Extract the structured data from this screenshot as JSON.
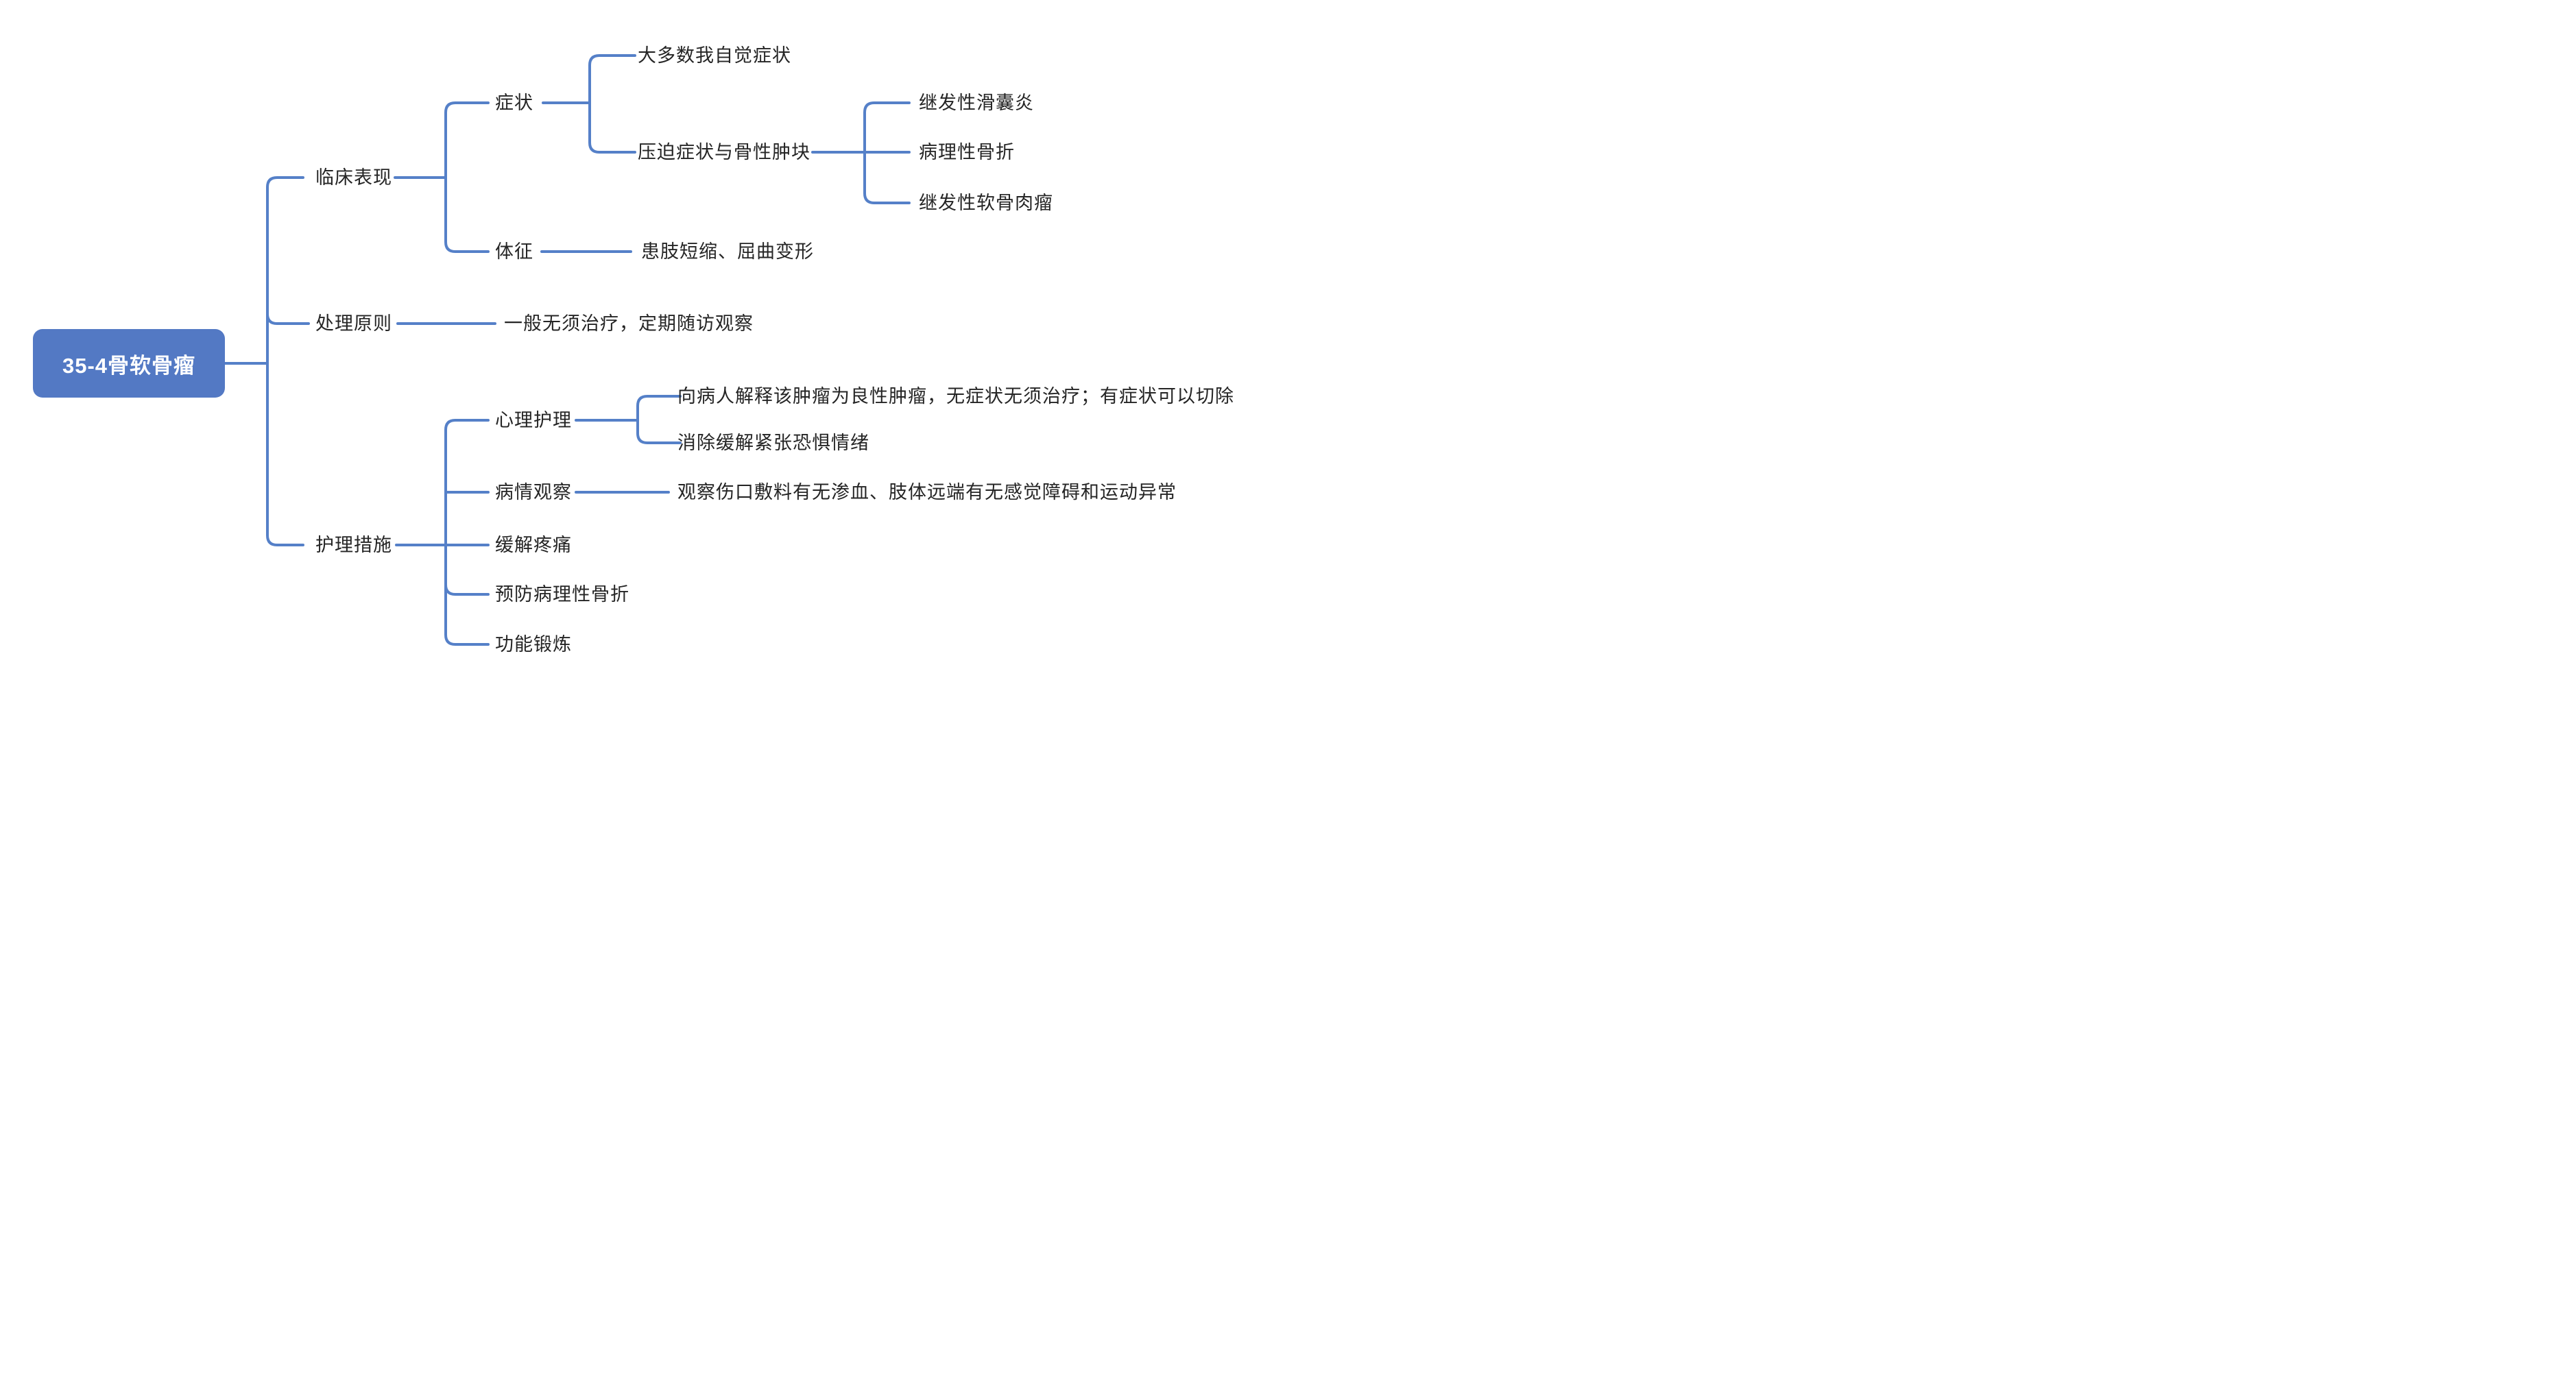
{
  "colors": {
    "line": "#5580c8",
    "node_fill": "#5379c4",
    "root_text": "#ffffff",
    "text": "#252525"
  },
  "tree": {
    "label": "35-4骨软骨瘤",
    "children": [
      {
        "label": "临床表现",
        "children": [
          {
            "label": "症状",
            "children": [
              {
                "label": "大多数我自觉症状",
                "children": []
              },
              {
                "label": "压迫症状与骨性肿块",
                "children": [
                  {
                    "label": "继发性滑囊炎",
                    "children": []
                  },
                  {
                    "label": "病理性骨折",
                    "children": []
                  },
                  {
                    "label": "继发性软骨肉瘤",
                    "children": []
                  }
                ]
              }
            ]
          },
          {
            "label": "体征",
            "children": [
              {
                "label": "患肢短缩、屈曲变形",
                "children": []
              }
            ]
          }
        ]
      },
      {
        "label": "处理原则",
        "children": [
          {
            "label": "一般无须治疗，定期随访观察",
            "children": []
          }
        ]
      },
      {
        "label": "护理措施",
        "children": [
          {
            "label": "心理护理",
            "children": [
              {
                "label": "向病人解释该肿瘤为良性肿瘤，无症状无须治疗；有症状可以切除",
                "children": []
              },
              {
                "label": "消除缓解紧张恐惧情绪",
                "children": []
              }
            ]
          },
          {
            "label": "病情观察",
            "children": [
              {
                "label": "观察伤口敷料有无渗血、肢体远端有无感觉障碍和运动异常",
                "children": []
              }
            ]
          },
          {
            "label": "缓解疼痛",
            "children": []
          },
          {
            "label": "预防病理性骨折",
            "children": []
          },
          {
            "label": "功能锻炼",
            "children": []
          }
        ]
      }
    ]
  }
}
